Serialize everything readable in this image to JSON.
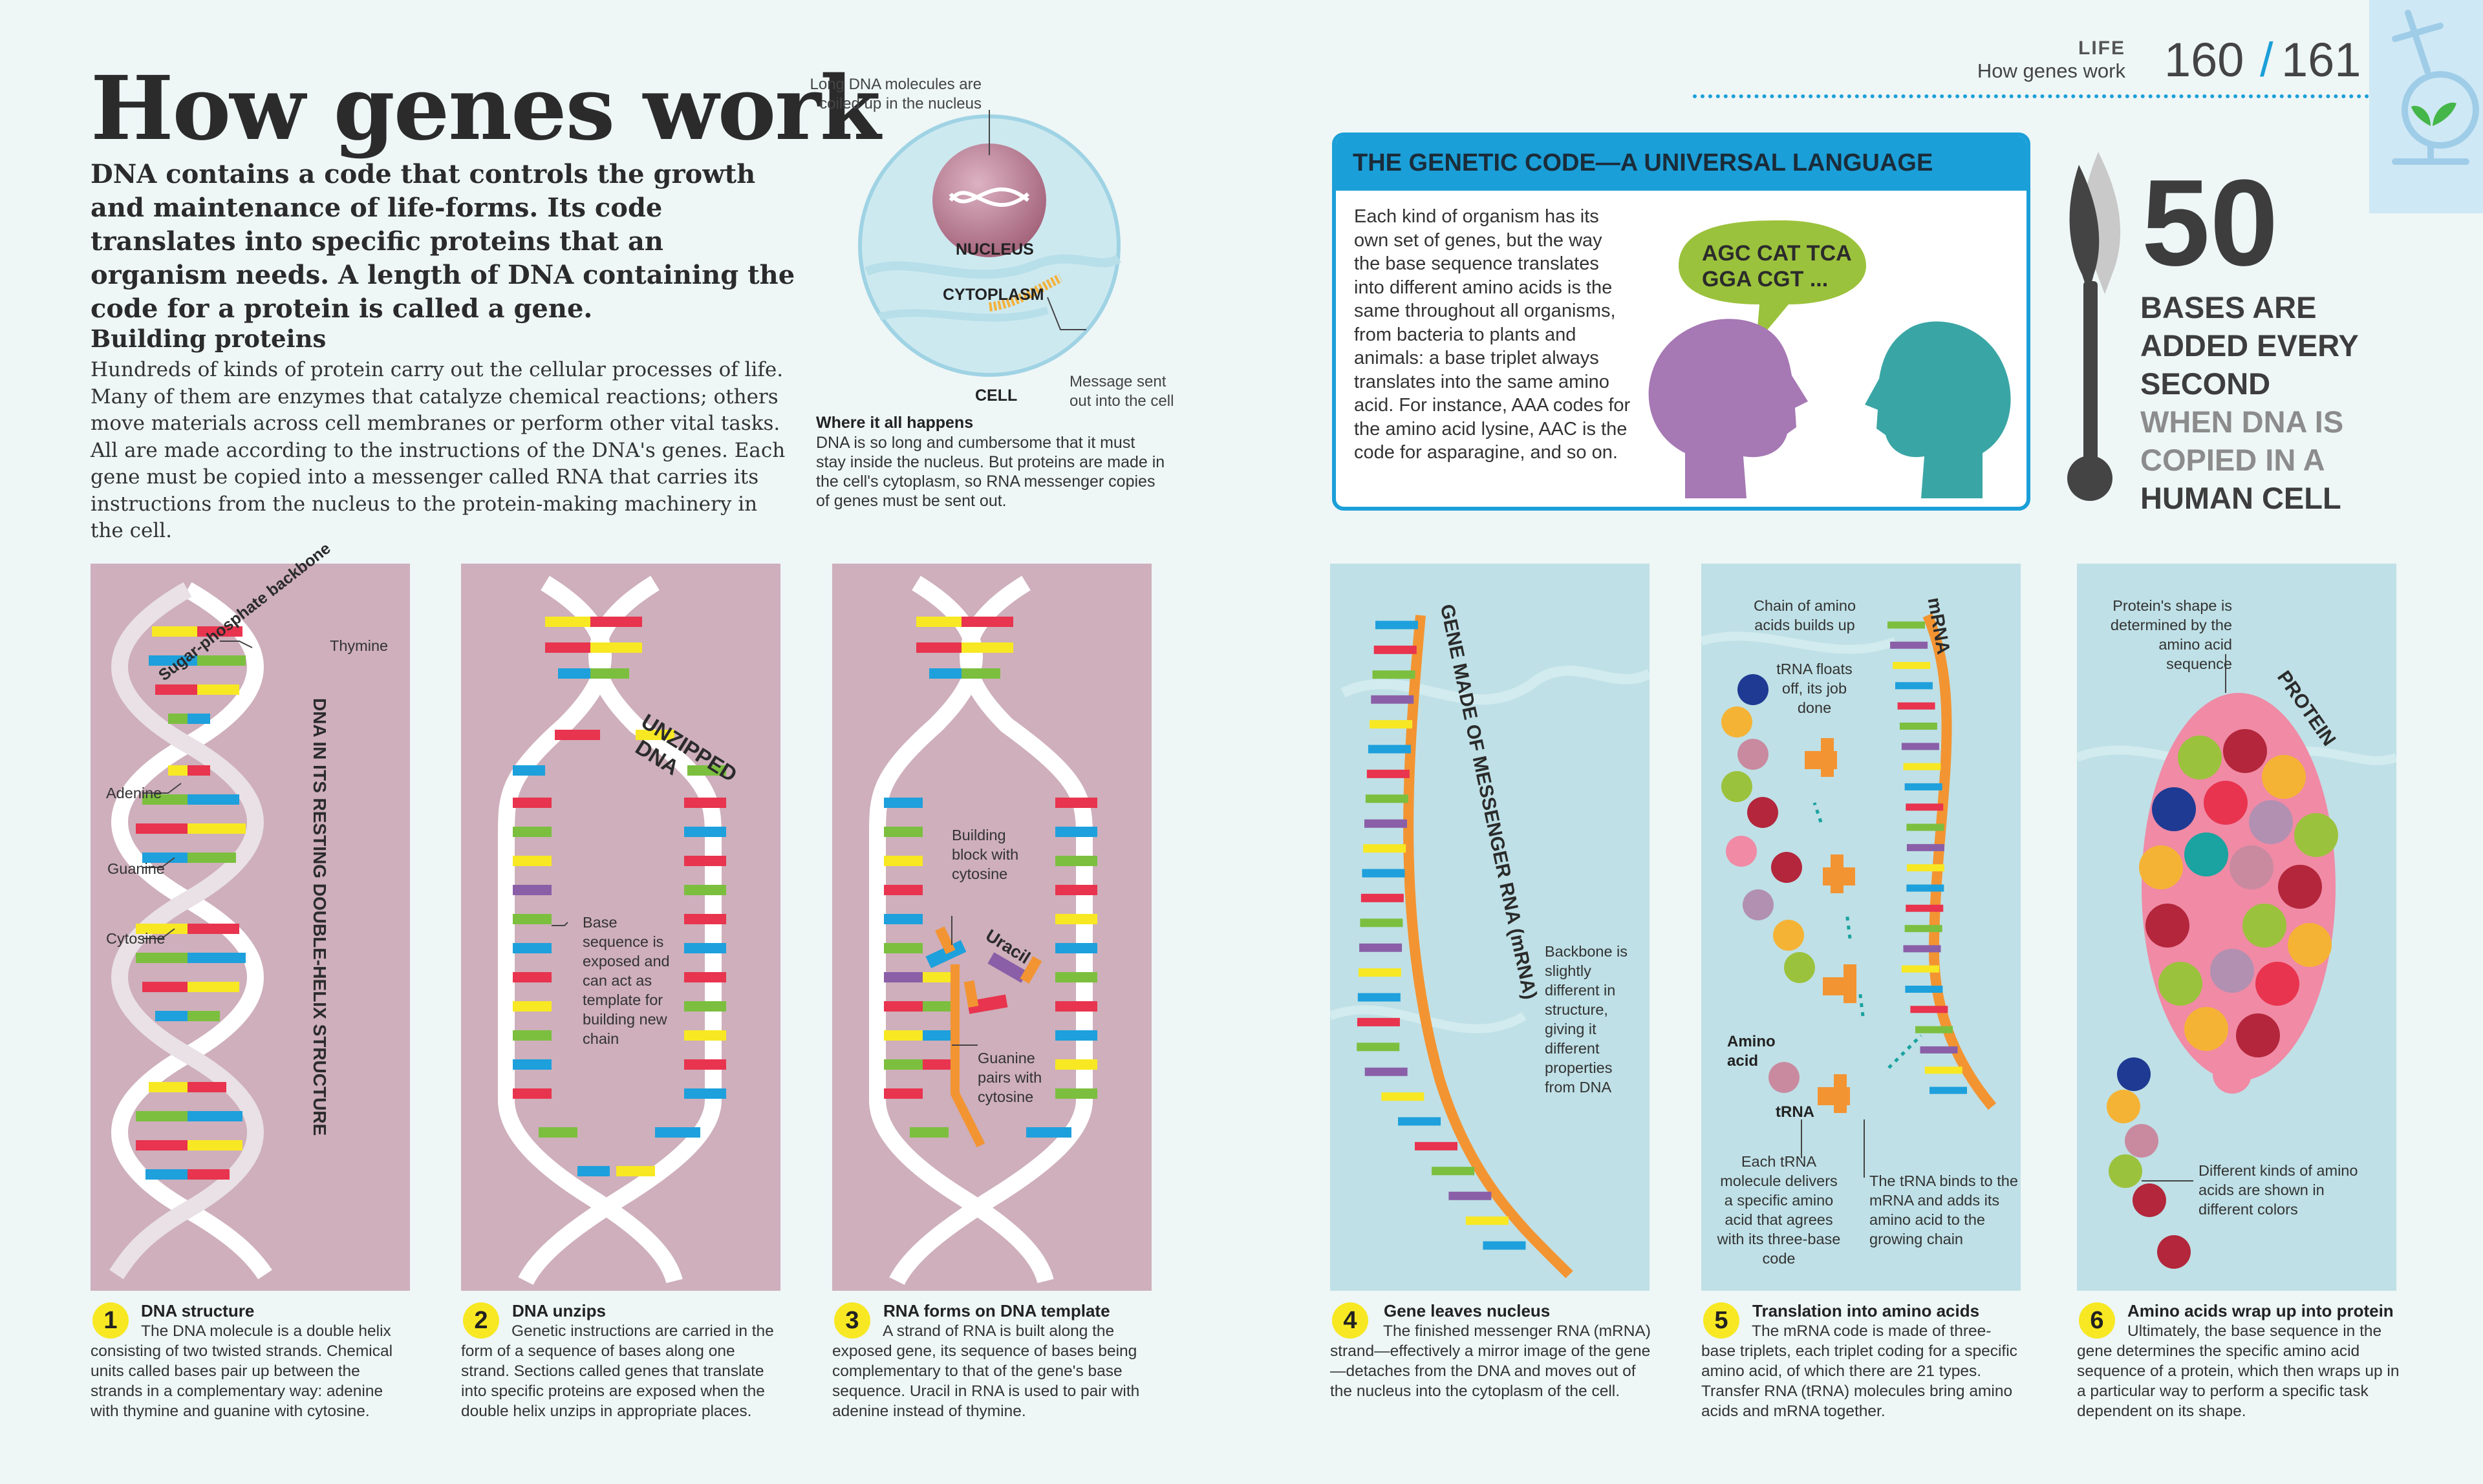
{
  "header": {
    "section": "LIFE",
    "subtitle": "How genes work",
    "page_left": "160",
    "page_sep": "/",
    "page_right": "161"
  },
  "title": "How genes work",
  "intro": "DNA contains a code that controls the growth and maintenance of life-forms. Its code translates into specific proteins that an organism needs. A length of DNA containing the code for a protein is called a gene.",
  "building_proteins": {
    "heading": "Building proteins",
    "body": "Hundreds of kinds of protein carry out the cellular processes of life. Many of them are enzymes that catalyze chemical reactions; others move materials across cell membranes or perform other vital tasks. All are made according to the instructions of the DNA's genes. Each gene must be copied into a messenger called RNA that carries its instructions from the nucleus to the protein-making machinery in the cell."
  },
  "cell": {
    "callout_top": "Long DNA molecules are coiled up in the nucleus",
    "nucleus": "NUCLEUS",
    "cytoplasm": "CYTOPLASM",
    "cell": "CELL",
    "message": "Message sent out into the cell",
    "note_title": "Where it all happens",
    "note_body": "DNA is so long and cumbersome that it must stay inside the nucleus. But proteins are made in the cell's cytoplasm, so RNA messenger copies of genes must be sent out."
  },
  "genetic_code": {
    "title": "THE GENETIC CODE—A UNIVERSAL LANGUAGE",
    "body": "Each kind of organism has its own set of genes, but the way the base sequence translates into different amino acids is the same throughout all organisms, from bacteria to plants and animals: a base triplet always translates into the same amino acid. For instance, AAA codes for the amino acid lysine, AAC is the code for asparagine, and so on.",
    "bubble_line1": "AGC CAT TCA",
    "bubble_line2": "GGA CGT ..."
  },
  "stat": {
    "number": "50",
    "line1": "BASES ARE",
    "line2": "ADDED EVERY",
    "line3": "SECOND",
    "line4": "WHEN DNA IS",
    "line5": "COPIED IN A",
    "line6": "HUMAN CELL"
  },
  "panels": [
    {
      "vertical": "DNA IN ITS RESTING DOUBLE-HELIX STRUCTURE",
      "backbone": "Sugar-phosphate backbone",
      "thymine": "Thymine",
      "adenine": "Adenine",
      "guanine": "Guanine",
      "cytosine": "Cytosine"
    },
    {
      "label1": "UNZIPPED",
      "label2": "DNA",
      "note": "Base sequence is exposed and can act as template for building new chain"
    },
    {
      "building": "Building block with cytosine",
      "uracil": "Uracil",
      "guanine": "Guanine pairs with cytosine"
    },
    {
      "vertical": "GENE MADE OF MESSENGER RNA (mRNA)",
      "backbone": "Backbone is slightly different in structure, giving it different properties from DNA"
    },
    {
      "mrna": "mRNA",
      "chain": "Chain of amino acids builds up",
      "floats": "tRNA floats off, its job done",
      "amino": "Amino acid",
      "trna": "tRNA",
      "each": "Each tRNA molecule delivers a specific amino acid that agrees with its three-base code",
      "binds": "The tRNA binds to the mRNA and adds its amino acid to the growing chain"
    },
    {
      "shape": "Protein's shape is determined by the amino acid sequence",
      "protein": "PROTEIN",
      "kinds": "Different kinds of amino acids are shown in different colors"
    }
  ],
  "steps": [
    {
      "num": "1",
      "title": "DNA structure",
      "body": "The DNA molecule is a double helix consisting of two twisted strands. Chemical units called bases pair up between the strands in a complementary way: adenine with thymine and guanine with cytosine."
    },
    {
      "num": "2",
      "title": "DNA unzips",
      "body": "Genetic instructions are carried in the form of a sequence of bases along one strand. Sections called genes that translate into specific proteins are exposed when the double helix unzips in appropriate places."
    },
    {
      "num": "3",
      "title": "RNA forms on DNA template",
      "body": "A strand of RNA is built along the exposed gene, its sequence of bases being complementary to that of the gene's base sequence. Uracil in RNA is used to pair with adenine instead of thymine."
    },
    {
      "num": "4",
      "title": "Gene leaves nucleus",
      "body": "The finished messenger RNA (mRNA) strand—effectively a mirror image of the gene—detaches from the DNA and moves out of the nucleus into the cytoplasm of the cell."
    },
    {
      "num": "5",
      "title": "Translation into amino acids",
      "body": "The mRNA code is made of three-base triplets, each triplet coding for a specific amino acid, of which there are 21 types. Transfer RNA (tRNA) molecules bring amino acids and mRNA together."
    },
    {
      "num": "6",
      "title": "Amino acids wrap up into protein",
      "body": "Ultimately, the base sequence in the gene determines the specific amino acid sequence of a protein, which then wraps up in a particular way to perform a specific task dependent on its shape."
    }
  ],
  "colors": {
    "accent_blue": "#1b9fd8",
    "panel_pink": "#ceafbb",
    "panel_blue": "#bfe0e6",
    "base_red": "#e8344e",
    "base_yellow": "#f7e823",
    "base_blue": "#1ea0dc",
    "base_green": "#7cbf3f",
    "base_purple": "#8a5fa8",
    "backbone_orange": "#f39432",
    "bubble_green": "#9bc23c",
    "head_purple": "#a678b4",
    "head_teal": "#3aa5a5"
  }
}
